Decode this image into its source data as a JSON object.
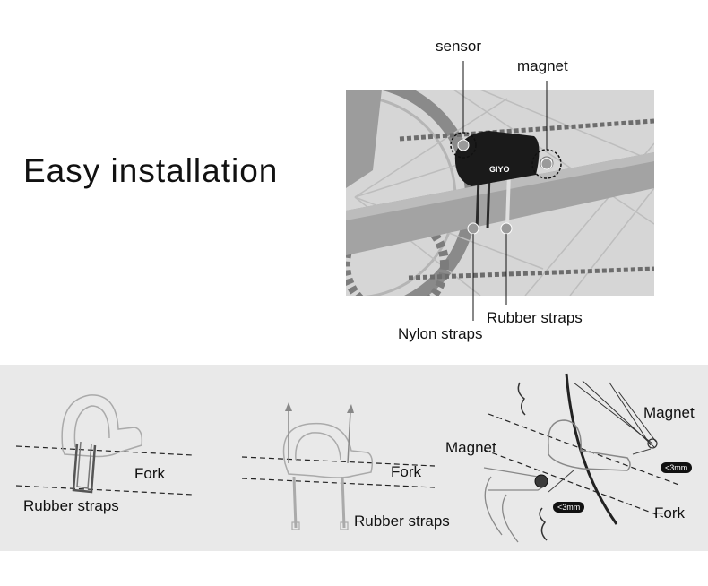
{
  "headline": "Easy installation",
  "photo_labels": {
    "sensor": "sensor",
    "magnet": "magnet",
    "rubber_straps": "Rubber straps",
    "nylon_straps": "Nylon straps",
    "brand_mark": "GIYO"
  },
  "diagram_1": {
    "fork": "Fork",
    "rubber_straps": "Rubber straps"
  },
  "diagram_2": {
    "fork": "Fork",
    "rubber_straps": "Rubber straps"
  },
  "diagram_3": {
    "magnet_top": "Magnet",
    "magnet_left": "Magnet",
    "fork": "Fork",
    "gap_1": "<3mm",
    "gap_2": "<3mm"
  },
  "colors": {
    "band_background": "#e9e9e9",
    "photo_background": "#d8d8d8",
    "sensor_body": "#1a1a1a",
    "callout_dot": "#9a9a9a"
  }
}
